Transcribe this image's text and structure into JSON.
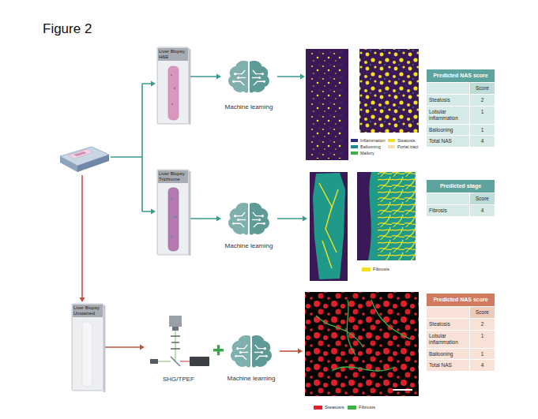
{
  "diagram": {
    "title": "Figure 2",
    "nodes": [
      {
        "text": [
          "Liver Biopsy H&E"
        ]
      },
      {
        "text": [
          "Machine learning"
        ]
      },
      {
        "text": [
          "Predicted NAS score"
        ]
      },
      {
        "text": [
          "Liver Biopsy Trichrome"
        ]
      },
      {
        "text": [
          "Machine learning"
        ]
      },
      {
        "text": [
          "Predicted stage"
        ]
      },
      {
        "text": [
          "Liver Biopsy Unstained"
        ]
      },
      {
        "text": [
          "SHG/TPEF"
        ]
      },
      {
        "text": [
          "Machine learning"
        ]
      },
      {
        "text": [
          "Predicted NAS score"
        ]
      }
    ],
    "edges": [
      {
        "from": 0,
        "to": 1,
        "arrow": "to"
      },
      {
        "from": 3,
        "to": 4,
        "arrow": "to"
      },
      {
        "from": 6,
        "to": 7,
        "arrow": "to"
      }
    ],
    "labels": [
      "Score",
      "Steatosis",
      "2",
      "Lobular inflammation",
      "1",
      "Ballooning",
      "1",
      "Total NAS",
      "4",
      "Score",
      "Fibrosis",
      "4",
      "Score",
      "Steatosis",
      "2",
      "Lobular inflammation",
      "1",
      "Ballooning",
      "1",
      "Total NAS",
      "4"
    ],
    "legend": [
      {
        "text": "Inflammation",
        "color": "#2b2d7c"
      },
      {
        "text": "Ballooning",
        "color": "#1e8c8c"
      },
      {
        "text": "Mallory",
        "color": "#3fae49"
      },
      {
        "text": "Steatosis",
        "color": "#f0e020"
      },
      {
        "text": "Portal tract",
        "color": "#f5dca8"
      },
      {
        "text": "Fibrosis",
        "color": "#f0e020"
      },
      {
        "text": "Steatosis",
        "color": "#e8202a"
      },
      {
        "text": "Fibrosis",
        "color": "#3cb043"
      }
    ]
  }
}
